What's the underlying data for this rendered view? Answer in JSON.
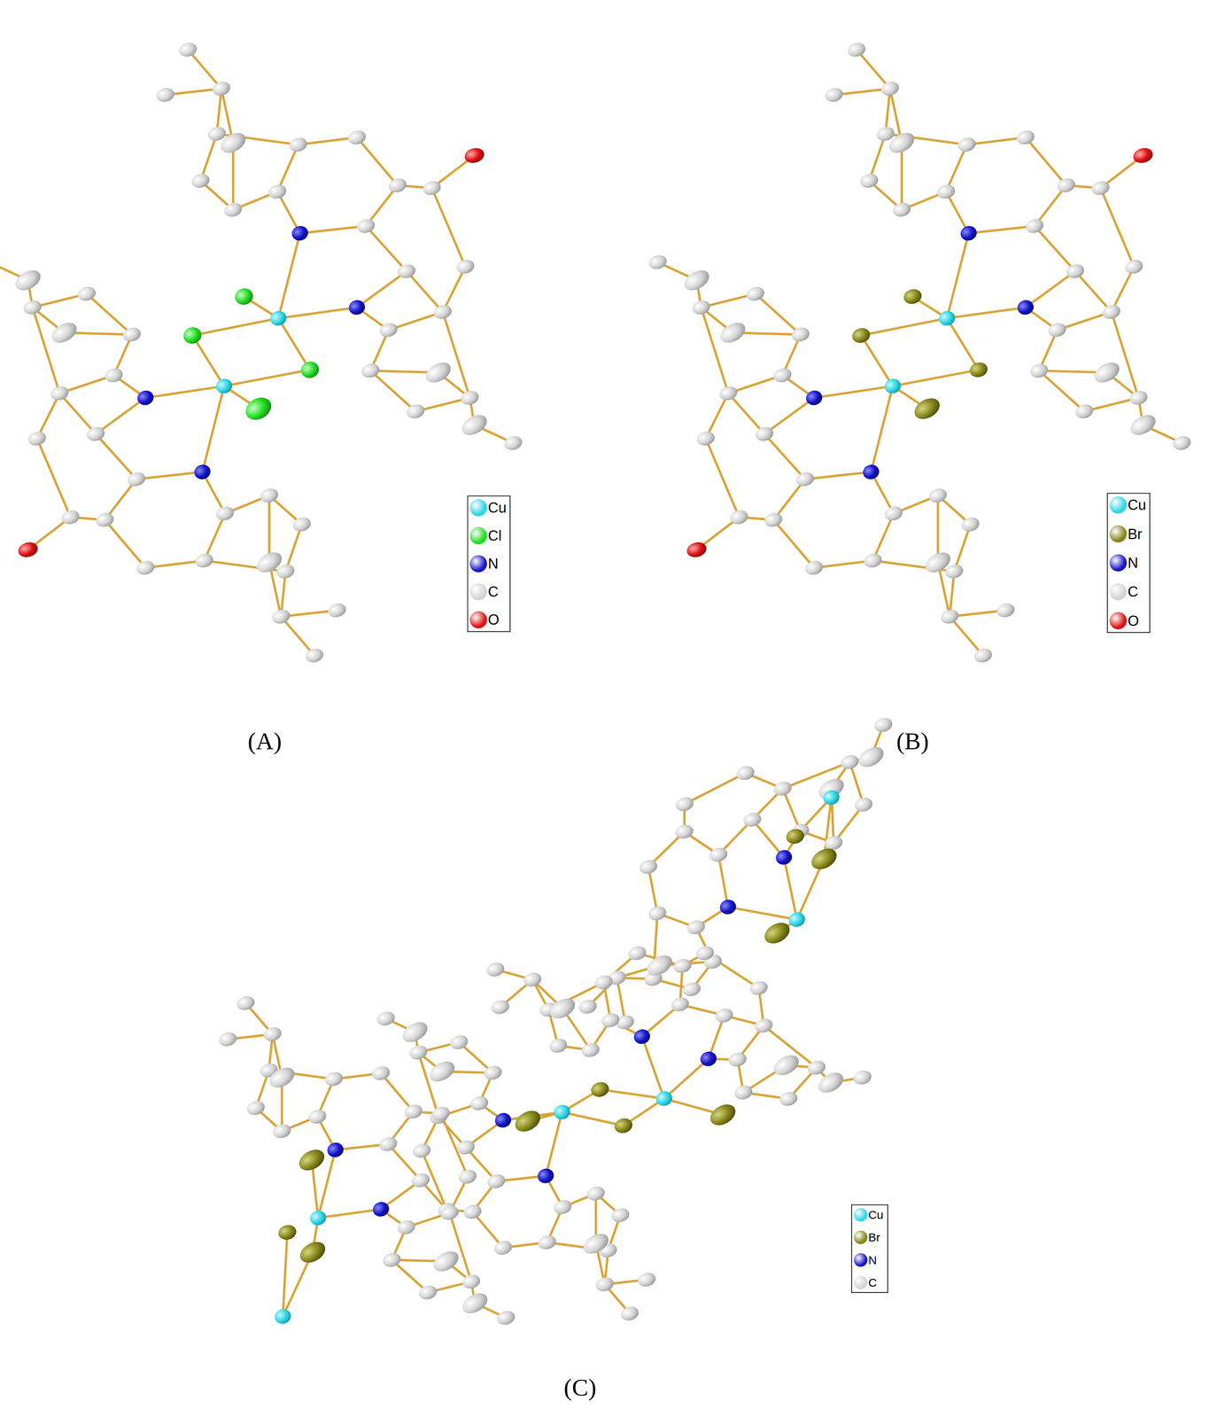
{
  "diagram": {
    "labels": [
      "(A)",
      "(B)",
      "(C)"
    ],
    "legend": [
      {
        "text": "Cu",
        "color": "#2fd6e6"
      },
      {
        "text": "Cl",
        "color": "#22dd22"
      },
      {
        "text": "N",
        "color": "#1414c8"
      },
      {
        "text": "C",
        "color": "#d4d4d4"
      },
      {
        "text": "O",
        "color": "#e01010"
      },
      {
        "text": "Cu",
        "color": "#2fd6e6"
      },
      {
        "text": "Br",
        "color": "#86861a"
      },
      {
        "text": "N",
        "color": "#1414c8"
      },
      {
        "text": "C",
        "color": "#d4d4d4"
      },
      {
        "text": "O",
        "color": "#e01010"
      },
      {
        "text": "Cu",
        "color": "#2fd6e6"
      },
      {
        "text": "Br",
        "color": "#86861a"
      },
      {
        "text": "N",
        "color": "#1414c8"
      },
      {
        "text": "C",
        "color": "#d4d4d4"
      }
    ]
  }
}
